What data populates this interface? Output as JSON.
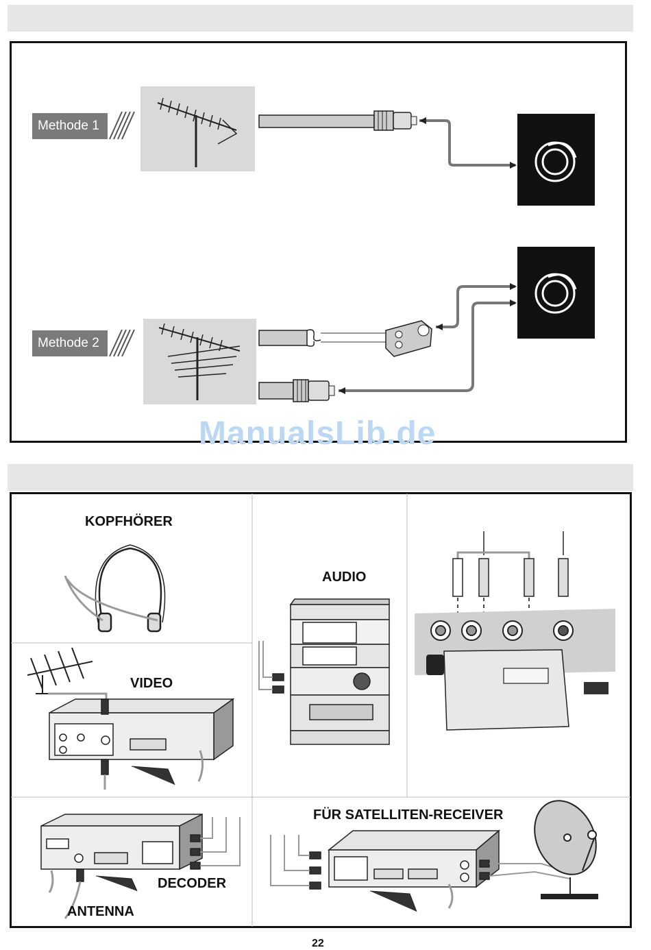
{
  "section1": {
    "method1_label": "Methode 1",
    "method2_label": "Methode 2"
  },
  "watermark": "ManualsLib.de",
  "section2": {
    "headphones_label": "KOPFHÖRER",
    "audio_label": "AUDIO",
    "video_label": "VIDEO",
    "satellite_label": "FÜR SATELLITEN-RECEIVER",
    "decoder_label": "DECODER",
    "antenna_label": "ANTENNA"
  },
  "page_number": "22",
  "icons": [
    "antenna-icon",
    "coax-plug-icon",
    "tv-socket-icon",
    "adapter-icon",
    "headphones-icon",
    "vcr-icon",
    "hifi-stack-icon",
    "camcorder-icon",
    "decoder-icon",
    "satellite-receiver-icon",
    "satellite-dish-icon"
  ]
}
